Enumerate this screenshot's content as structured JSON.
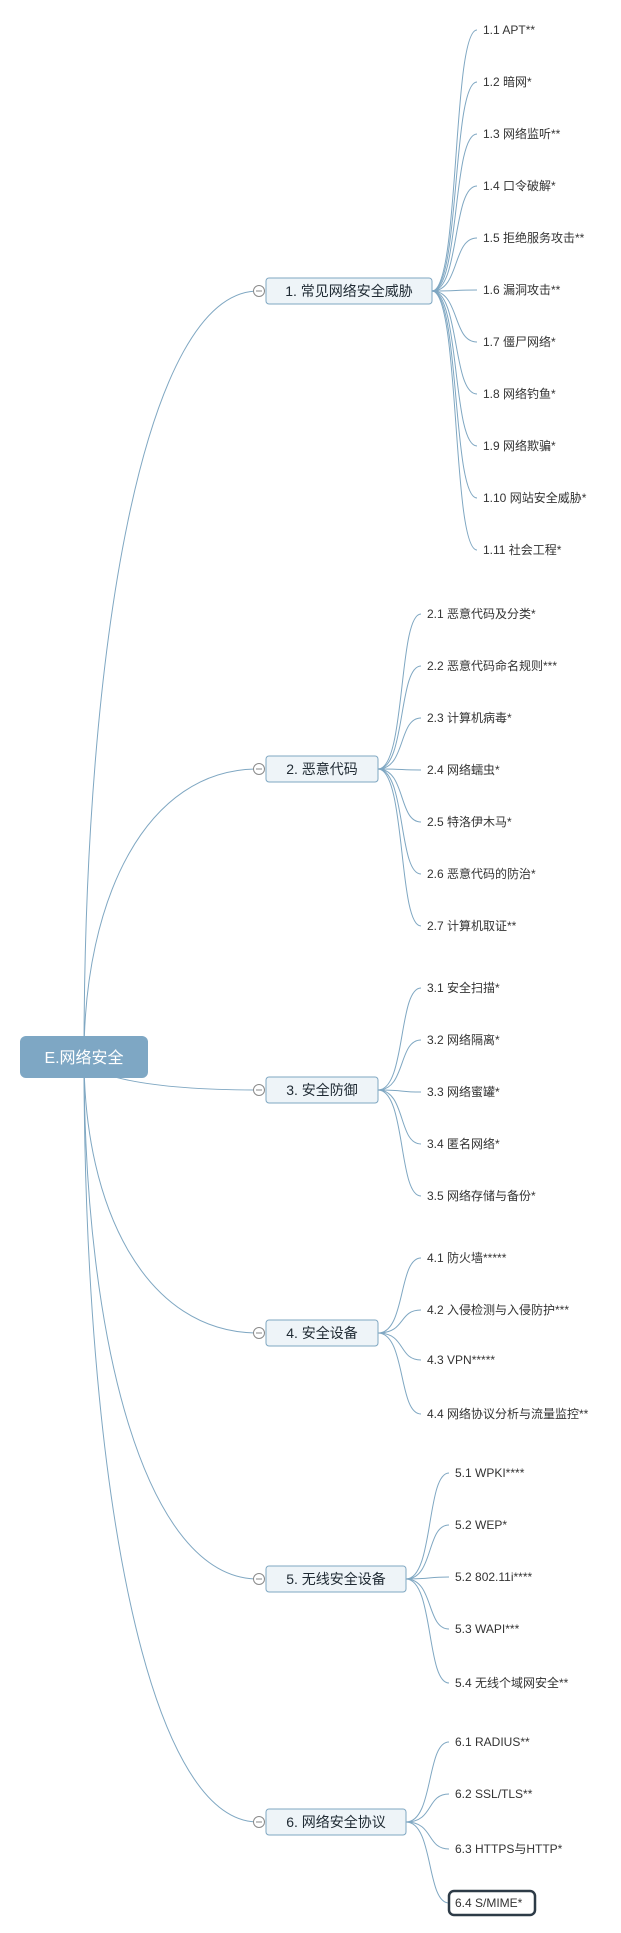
{
  "root": {
    "label": "E.网络安全",
    "color": "#7ea7c4"
  },
  "branch_style": {
    "fill": "#eef4f8",
    "stroke": "#7fa7c2",
    "selected_stroke": "#2d3b47"
  },
  "branches": [
    {
      "label": "1. 常见网络安全威胁",
      "children": [
        "1.1 APT**",
        "1.2 暗网*",
        "1.3 网络监听**",
        "1.4 口令破解*",
        "1.5 拒绝服务攻击**",
        "1.6 漏洞攻击**",
        "1.7 僵尸网络*",
        "1.8 网络钓鱼*",
        "1.9 网络欺骗*",
        "1.10 网站安全威胁*",
        "1.11 社会工程*"
      ]
    },
    {
      "label": "2. 恶意代码",
      "children": [
        "2.1 恶意代码及分类*",
        "2.2 恶意代码命名规则***",
        "2.3 计算机病毒*",
        "2.4 网络蠕虫*",
        "2.5 特洛伊木马*",
        "2.6 恶意代码的防治*",
        "2.7 计算机取证**"
      ]
    },
    {
      "label": "3. 安全防御",
      "children": [
        "3.1 安全扫描*",
        "3.2 网络隔离*",
        "3.3 网络蜜罐*",
        "3.4 匿名网络*",
        "3.5 网络存储与备份*"
      ]
    },
    {
      "label": "4. 安全设备",
      "children": [
        "4.1 防火墙*****",
        "4.2 入侵检测与入侵防护***",
        "4.3 VPN*****",
        "4.4 网络协议分析与流量监控**"
      ]
    },
    {
      "label": "5. 无线安全设备",
      "children": [
        "5.1 WPKI****",
        "5.2 WEP*",
        "5.2 802.11i****",
        "5.3 WAPI***",
        "5.4 无线个域网安全**"
      ]
    },
    {
      "label": "6. 网络安全协议",
      "children": [
        "6.1 RADIUS**",
        "6.2 SSL/TLS**",
        "6.3 HTTPS与HTTP*",
        "6.4 S/MIME*"
      ],
      "selected_child": 3
    }
  ]
}
